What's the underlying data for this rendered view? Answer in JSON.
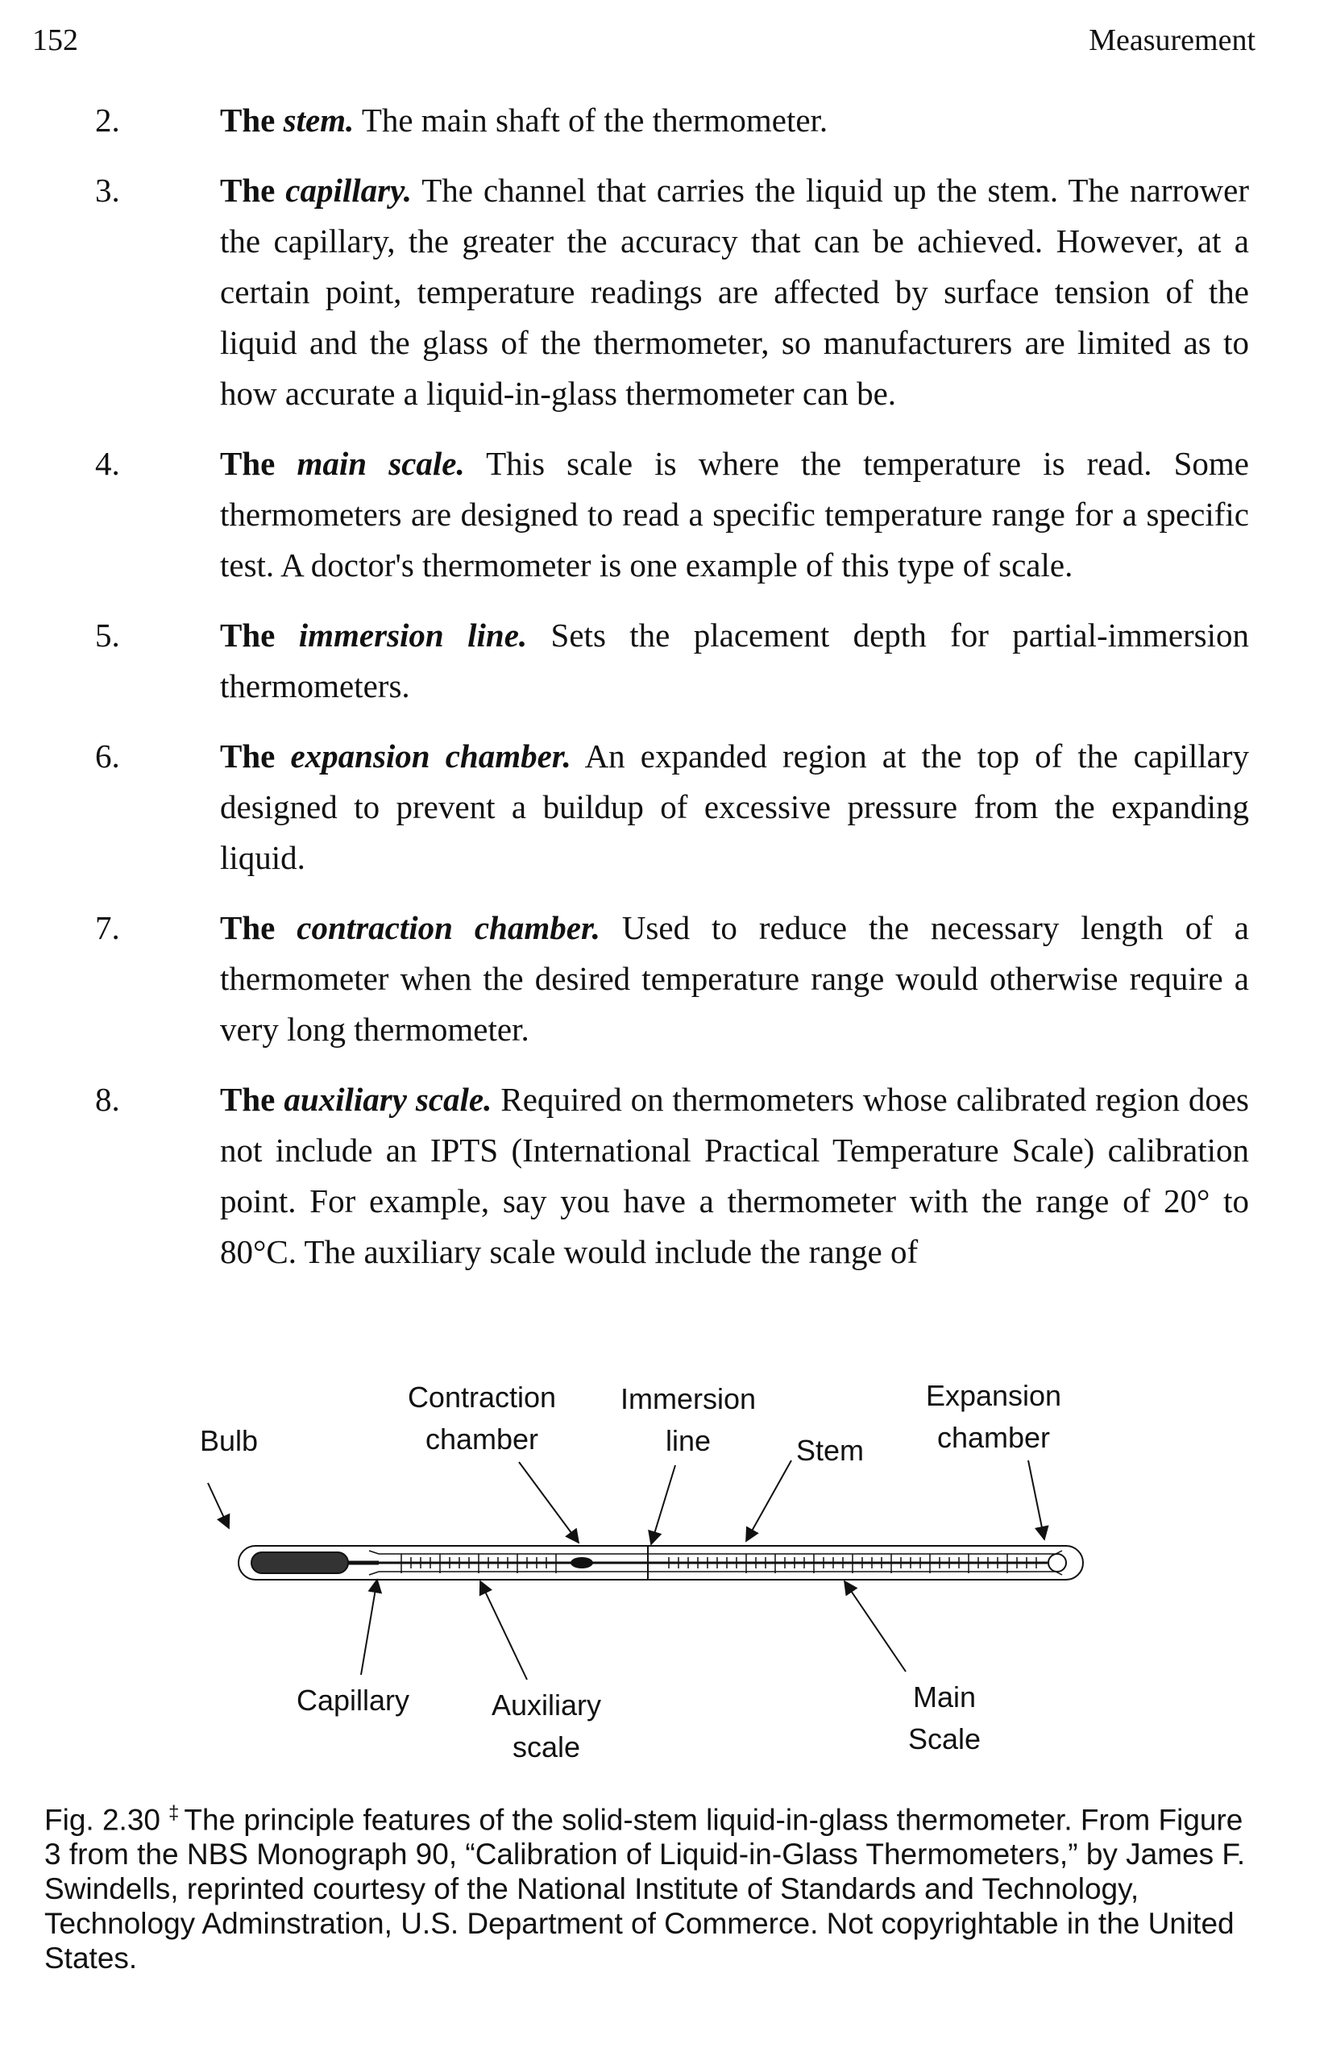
{
  "header": {
    "page_number": "152",
    "running_title": "Measurement"
  },
  "items": [
    {
      "num": "2.",
      "the": "The",
      "term": "stem.",
      "text": "The main shaft of the thermometer."
    },
    {
      "num": "3.",
      "the": "The",
      "term": "capillary.",
      "text": "The channel that carries the liquid up the stem. The narrower the capillary, the greater the accuracy that can be achieved. However, at a certain point, temperature readings are affected by surface tension of the liquid and the glass of the thermometer, so manufacturers are limited as to how accurate a liquid-in-glass thermometer can be."
    },
    {
      "num": "4.",
      "the": "The",
      "term": "main scale.",
      "text": "This scale is where the temperature is read. Some thermometers are designed to read a specific temperature range for a specific test. A doctor's thermometer is one example of this type of scale."
    },
    {
      "num": "5.",
      "the": "The",
      "term": "immersion line.",
      "text": "Sets the placement depth for partial-immersion thermometers."
    },
    {
      "num": "6.",
      "the": "The",
      "term": "expansion chamber.",
      "text": "An expanded region at the top of the capillary designed to prevent a buildup of excessive pressure from the expanding liquid."
    },
    {
      "num": "7.",
      "the": "The",
      "term": "contraction chamber.",
      "text": "Used to reduce the necessary length of a thermometer when the desired temperature range would otherwise require a very long thermometer."
    },
    {
      "num": "8.",
      "the": "The",
      "term": "auxiliary scale.",
      "text": "Required on thermometers whose calibrated region does not include an IPTS (International Practical Temperature Scale) calibration point. For example, say you have a thermometer with the range of 20° to 80°C. The auxiliary scale would include the range of"
    }
  ],
  "figure": {
    "labels": {
      "bulb": "Bulb",
      "contraction_1": "Contraction",
      "contraction_2": "chamber",
      "immersion_1": "Immersion",
      "immersion_2": "line",
      "stem": "Stem",
      "expansion_1": "Expansion",
      "expansion_2": "chamber",
      "capillary": "Capillary",
      "auxiliary_1": "Auxiliary",
      "auxiliary_2": "scale",
      "main_1": "Main",
      "main_2": "Scale"
    }
  },
  "caption": {
    "label": "Fig. 2.30",
    "dagger": "‡",
    "text": "The principle features of the solid-stem liquid-in-glass thermometer. From Figure 3 from the NBS Monograph 90, “Calibration of Liquid-in-Glass Thermometers,” by James F. Swindells, reprinted courtesy of the National Institute of Standards and Technology, Technology Adminstration, U.S. Department of Commerce. Not copyrightable in the United States."
  }
}
